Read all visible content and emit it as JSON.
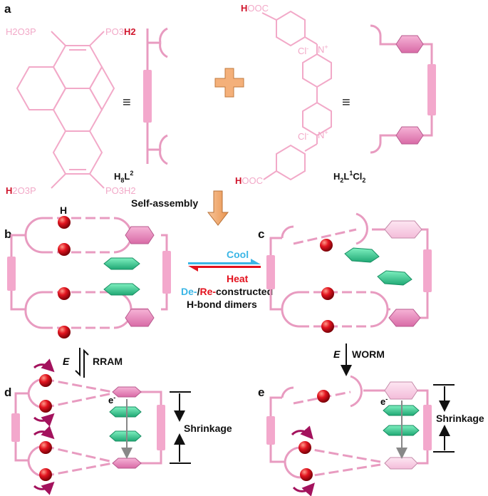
{
  "panels": {
    "a": "a",
    "b": "b",
    "c": "c",
    "d": "d",
    "e": "e"
  },
  "molecules": {
    "left_name": "H8L2",
    "left_name_main": "H",
    "left_name_sub1": "8",
    "left_name_mid": "L",
    "left_name_sup": "2",
    "right_name_p1": "H",
    "right_name_sub1": "2",
    "right_name_p2": "L",
    "right_name_sup": "1",
    "right_name_p3": "Cl",
    "right_name_sub2": "2",
    "h2o3p_tl": "H2O3P",
    "po3h2_tr_main": "PO3",
    "po3h2_tr_h": "H2",
    "h2o3p_bl_h": "H",
    "h2o3p_bl_rest": "2O3P",
    "po3h2_br": "PO3H2",
    "hooc_top_h": "H",
    "hooc_top_rest": "OOC",
    "hooc_bot_h": "H",
    "hooc_bot_rest": "OOC",
    "cl_minus": "Cl",
    "n_plus": "N",
    "equiv": "≡"
  },
  "steps": {
    "self_assembly": "Self-assembly",
    "h_label": "H",
    "cool": "Cool",
    "heat": "Heat",
    "de": "De-",
    "slash": "/",
    "re": "Re-",
    "constructed": "constructed",
    "hbond_dimers": "H-bond dimers",
    "e_symbol": "E",
    "rram": "RRAM",
    "worm": "WORM",
    "electron": "e",
    "electron_sup": "-",
    "shrinkage_d": "Shrinkage",
    "shrinkage_e": "Shrinkage"
  },
  "colors": {
    "pink_chem": "#f2a9c8",
    "pink_frame": "#e89bc0",
    "pink_hex": "#e27fb4",
    "green_hex": "#3fd49a",
    "red_atom": "#d0152c",
    "cool_blue": "#3bb6e6",
    "heat_red": "#e3121e",
    "plus_orange": "#f4b07a",
    "curl_arrow": "#a3125d"
  }
}
